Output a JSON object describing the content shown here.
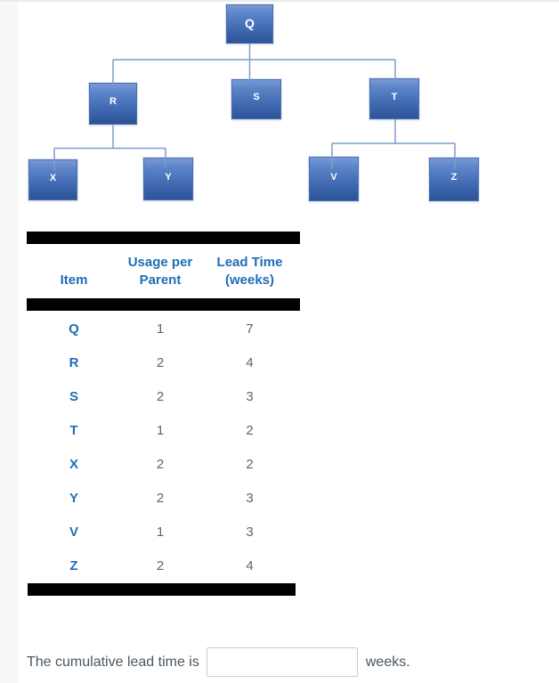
{
  "tree": {
    "description": "Product structure tree (bill of materials)",
    "nodes": [
      {
        "id": "Q",
        "label": "Q",
        "level": 0
      },
      {
        "id": "R",
        "label": "R",
        "level": 1
      },
      {
        "id": "S",
        "label": "S",
        "level": 1
      },
      {
        "id": "T",
        "label": "T",
        "level": 1
      },
      {
        "id": "X",
        "label": "X",
        "level": 2
      },
      {
        "id": "Y",
        "label": "Y",
        "level": 2
      },
      {
        "id": "V",
        "label": "V",
        "level": 2
      },
      {
        "id": "Z",
        "label": "Z",
        "level": 2
      }
    ],
    "edges": [
      [
        "Q",
        "R"
      ],
      [
        "Q",
        "S"
      ],
      [
        "Q",
        "T"
      ],
      [
        "R",
        "X"
      ],
      [
        "R",
        "Y"
      ],
      [
        "T",
        "V"
      ],
      [
        "T",
        "Z"
      ]
    ]
  },
  "table": {
    "headers": {
      "item": "Item",
      "usage_line1": "Usage per",
      "usage_line2": "Parent",
      "lead_line1": "Lead Time",
      "lead_line2": "(weeks)"
    },
    "rows": [
      {
        "item": "Q",
        "usage": "1",
        "lead": "7"
      },
      {
        "item": "R",
        "usage": "2",
        "lead": "4"
      },
      {
        "item": "S",
        "usage": "2",
        "lead": "3"
      },
      {
        "item": "T",
        "usage": "1",
        "lead": "2"
      },
      {
        "item": "X",
        "usage": "2",
        "lead": "2"
      },
      {
        "item": "Y",
        "usage": "2",
        "lead": "3"
      },
      {
        "item": "V",
        "usage": "1",
        "lead": "3"
      },
      {
        "item": "Z",
        "usage": "2",
        "lead": "4"
      }
    ]
  },
  "question": {
    "prefix": "The cumulative lead time is",
    "suffix": "weeks.",
    "answer_value": ""
  },
  "colors": {
    "header_blue": "#1f6db8",
    "number_gray": "#5a6572",
    "node_gradient_top": "#7a99d6",
    "node_gradient_bottom": "#2c5395",
    "connector_blue": "#7f9ad1",
    "redaction_bar": "#000000",
    "left_strip": "#f8f8f9"
  }
}
